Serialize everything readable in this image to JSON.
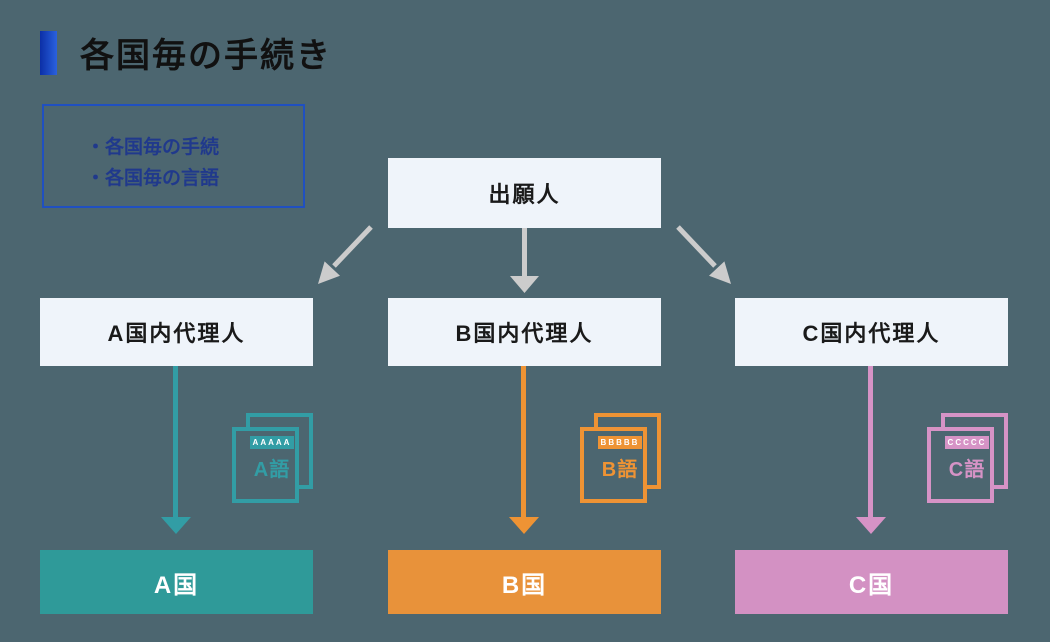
{
  "slide": {
    "title": "各国毎の手続き",
    "note_box": {
      "items": [
        "・各国毎の手続",
        "・各国毎の言語"
      ]
    },
    "flow": {
      "applicant_label": "出願人",
      "columns": [
        {
          "id": "A",
          "agent_label": "A国内代理人",
          "document": {
            "tag": "AAAAA",
            "language_label": "A語"
          },
          "country_label": "A国",
          "fill_color": "#2f9a99",
          "accent_color": "#329da5"
        },
        {
          "id": "B",
          "agent_label": "B国内代理人",
          "document": {
            "tag": "BBBBB",
            "language_label": "B語"
          },
          "country_label": "B国",
          "fill_color": "#e8923a",
          "accent_color": "#ee9334"
        },
        {
          "id": "C",
          "agent_label": "C国内代理人",
          "document": {
            "tag": "CCCCC",
            "language_label": "C語"
          },
          "country_label": "C国",
          "fill_color": "#d391c3",
          "accent_color": "#d693c6"
        }
      ]
    },
    "colors": {
      "background": "#4c6670",
      "light_box": "#eff4fa",
      "title_accent_gradient": [
        "#0b2fa6",
        "#2a61de"
      ],
      "note_border": "#2050c0",
      "note_text": "#20398c",
      "fanout_arrow_gray": "#cccccc"
    }
  }
}
